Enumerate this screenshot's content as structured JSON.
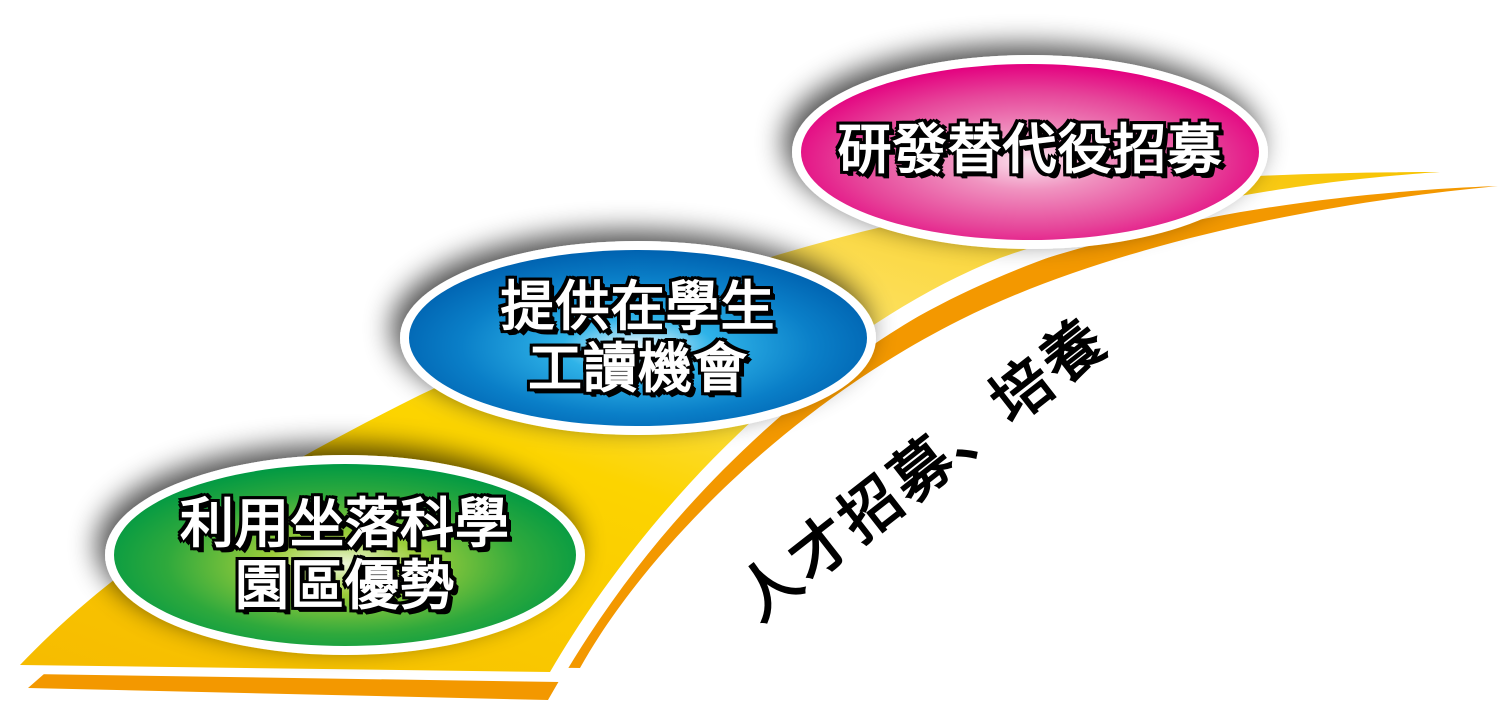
{
  "diagram": {
    "theme_label": "人才招募、培養",
    "steps": [
      {
        "id": "step-1",
        "lines": [
          "利用坐落科學",
          "園區優勢"
        ],
        "color": "#009a44",
        "highlight": "#d9efb5"
      },
      {
        "id": "step-2",
        "lines": [
          "提供在學生",
          "工讀機會"
        ],
        "color": "#0066b3",
        "highlight": "#c7ecfb"
      },
      {
        "id": "step-3",
        "lines": [
          "研發替代役招募"
        ],
        "color": "#e4007f",
        "highlight": "#fbe3ef"
      }
    ],
    "colors": {
      "band_yellow": "#f7c600",
      "band_yellow_light": "#fde36a",
      "band_orange": "#f39800",
      "outline_white": "#ffffff",
      "text_black": "#000000"
    }
  }
}
